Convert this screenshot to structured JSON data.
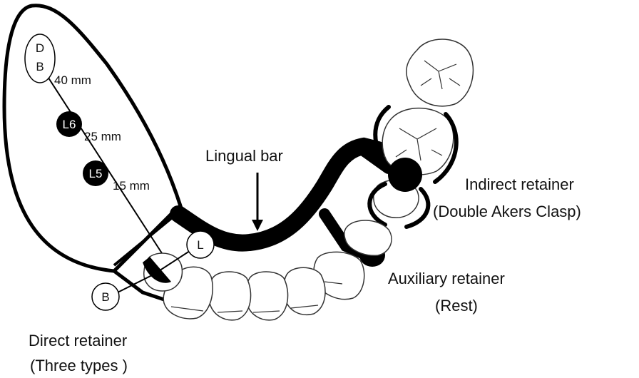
{
  "labels": {
    "lingual_bar": "Lingual bar",
    "indirect_retainer_line1": "Indirect retainer",
    "indirect_retainer_line2": "(Double Akers Clasp)",
    "auxiliary_retainer_line1": "Auxiliary retainer",
    "auxiliary_retainer_line2": "(Rest)",
    "direct_retainer_line1": "Direct retainer",
    "direct_retainer_line2": "(Three types )"
  },
  "markers": {
    "db_top": "D",
    "db_bottom": "B",
    "l6": "L6",
    "l5": "L5",
    "l": "L",
    "b": "B"
  },
  "measurements": {
    "m1": "40 mm",
    "m2": "25 mm",
    "m3": "15 mm"
  }
}
